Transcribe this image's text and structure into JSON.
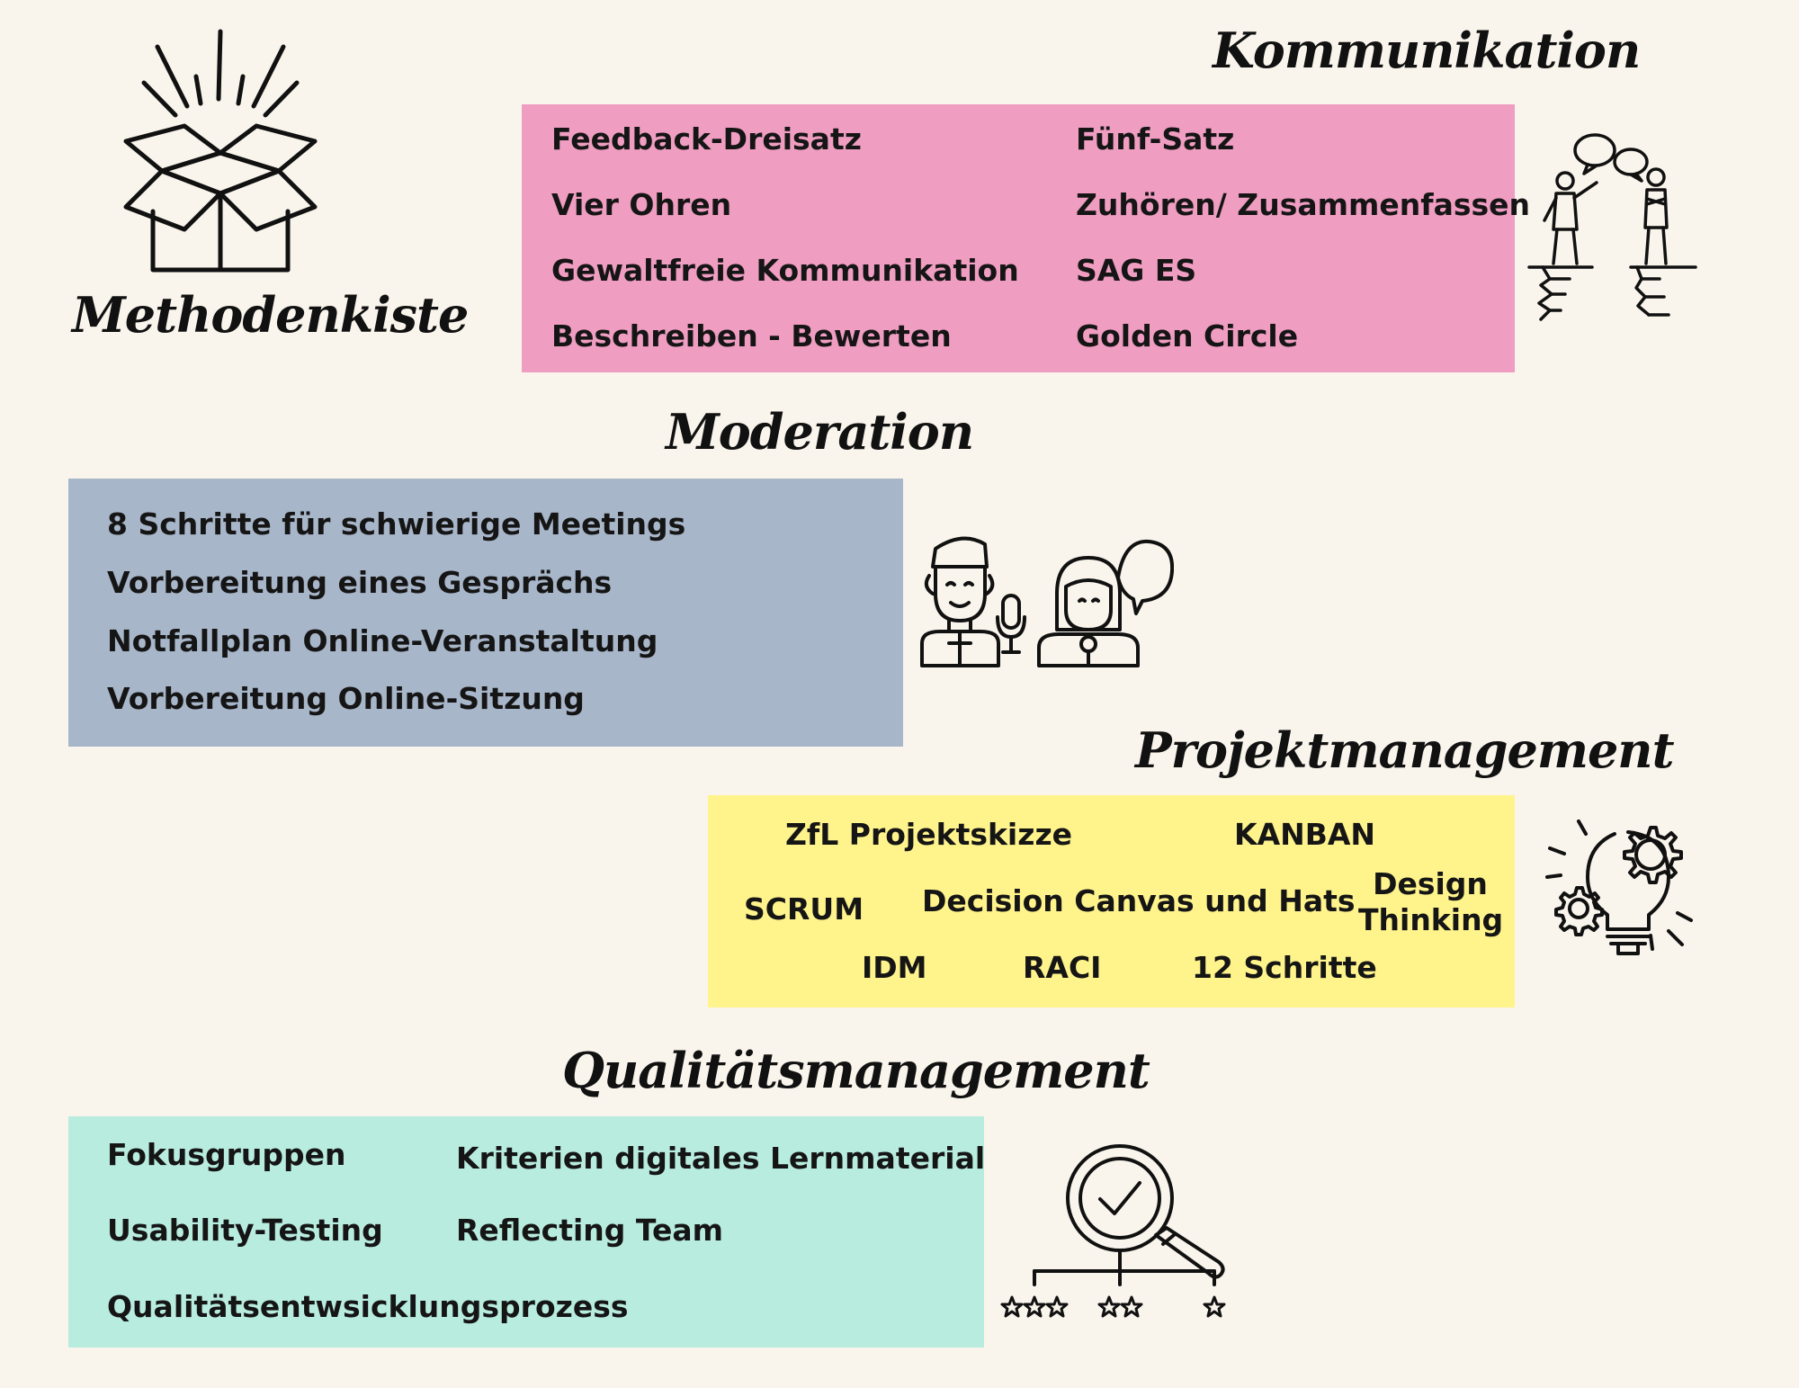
{
  "main_title": "Methodenkiste",
  "colors": {
    "background": "#faf5ec",
    "kommunikation": "#ef9dc1",
    "moderation": "#a8b6c9",
    "projektmanagement": "#fff38c",
    "qualitaetsmanagement": "#b8ecdf"
  },
  "kommunikation": {
    "title": "Kommunikation",
    "icon": "people-speech-bubbles-icon",
    "items": [
      "Feedback-Dreisatz",
      "Fünf-Satz",
      "Vier Ohren",
      "Zuhören/ Zusammenfassen",
      "Gewaltfreie Kommunikation",
      "SAG ES",
      "Beschreiben - Bewerten",
      "Golden Circle"
    ]
  },
  "moderation": {
    "title": "Moderation",
    "icon": "moderators-microphone-icon",
    "items": [
      "8 Schritte für schwierige Meetings",
      "Vorbereitung eines Gesprächs",
      "Notfallplan Online-Veranstaltung",
      "Vorbereitung Online-Sitzung"
    ]
  },
  "projektmanagement": {
    "title": "Projektmanagement",
    "icon": "lightbulb-gears-icon",
    "items": [
      "ZfL Projektskizze",
      "KANBAN",
      "SCRUM",
      "Decision Canvas und Hats",
      "Design Thinking",
      "IDM",
      "RACI",
      "12 Schritte"
    ]
  },
  "qualitaetsmanagement": {
    "title": "Qualitätsmanagement",
    "icon": "magnifier-check-rating-icon",
    "items": [
      "Fokusgruppen",
      "Kriterien digitales Lernmaterial",
      "Usability-Testing",
      "Reflecting Team",
      "Qualitätsentwsicklungsprozess"
    ]
  }
}
